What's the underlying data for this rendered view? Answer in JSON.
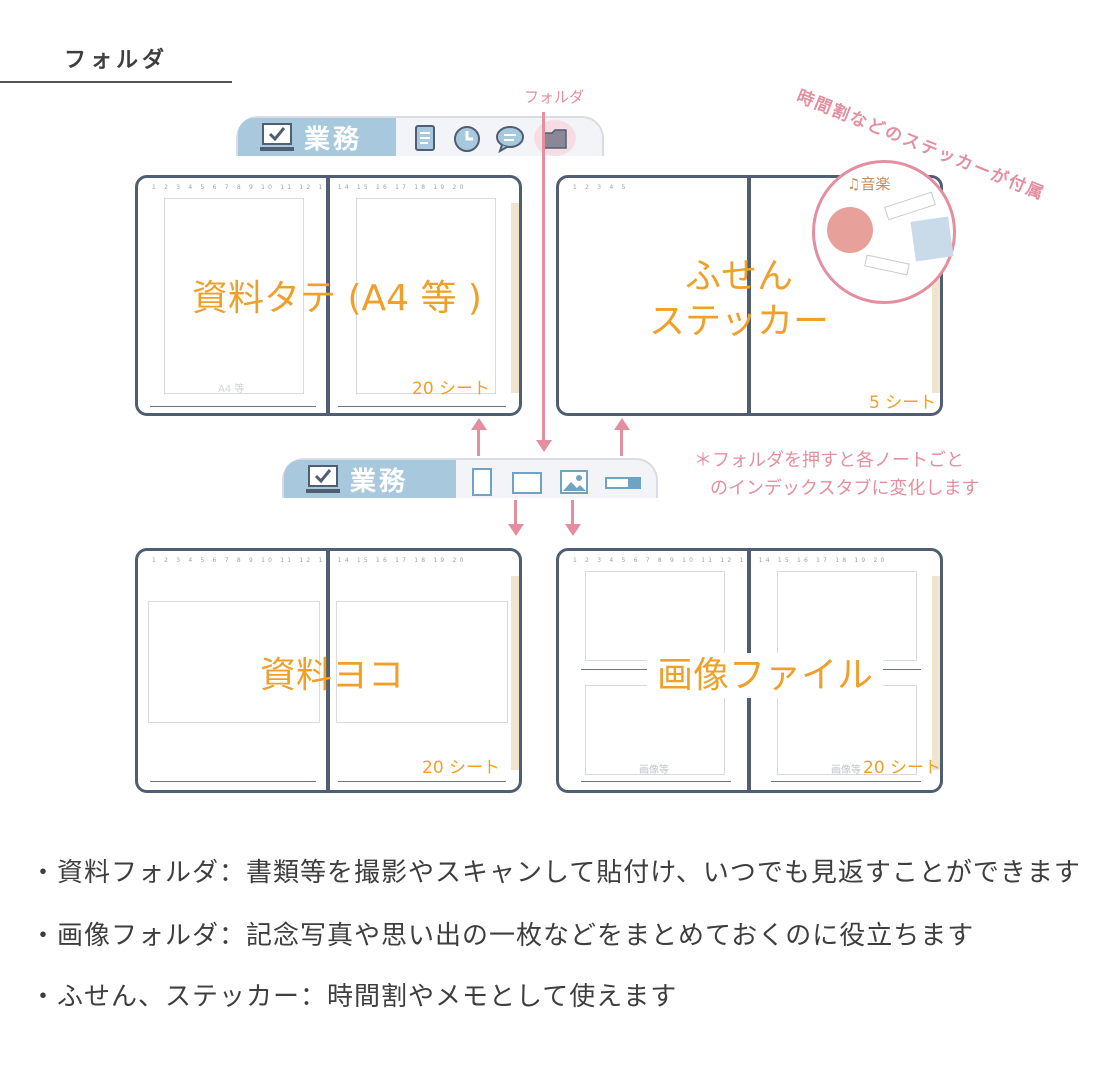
{
  "heading": "フォルダ",
  "folder_label": "フォルダ",
  "top_tabbar": {
    "title": "業務"
  },
  "mid_tabbar": {
    "title": "業務"
  },
  "sticker_arc": "時間割などのステッカーが付属",
  "sticker_music": "♫音楽",
  "note": {
    "line1": "＊フォルダを押すと各ノートごと",
    "line2": "のインデックスタブに変化します"
  },
  "books": {
    "portrait": {
      "title": "資料タテ (A4 等 )",
      "sheets": "20 シート",
      "watermark": "A4 等"
    },
    "sticky": {
      "title_line1": "ふせん",
      "title_line2": "ステッカー",
      "sheets": "5 シート"
    },
    "landscape": {
      "title": "資料ヨコ",
      "sheets": "20 シート"
    },
    "image": {
      "title": "画像ファイル",
      "sheets": "20 シート",
      "watermark1": "画像等",
      "watermark2": "画像等"
    }
  },
  "page_numbers_20": "1 2 3 4 5 6 7 8 9 10 11 12 13 14 15 16 17 18 19 20",
  "page_numbers_5": "1 2 3 4 5",
  "bullets": [
    "・資料フォルダ：書類等を撮影やスキャンして貼付け、いつでも見返すことができます",
    "・画像フォルダ：記念写真や思い出の一枚などをまとめておくのに役立ちます",
    "・ふせん、ステッカー：時間割やメモとして使えます"
  ],
  "colors": {
    "pink": "#e48fa0",
    "orange": "#f0a02a",
    "tab_blue": "#a8c8de",
    "navy": "#4f5e72"
  }
}
